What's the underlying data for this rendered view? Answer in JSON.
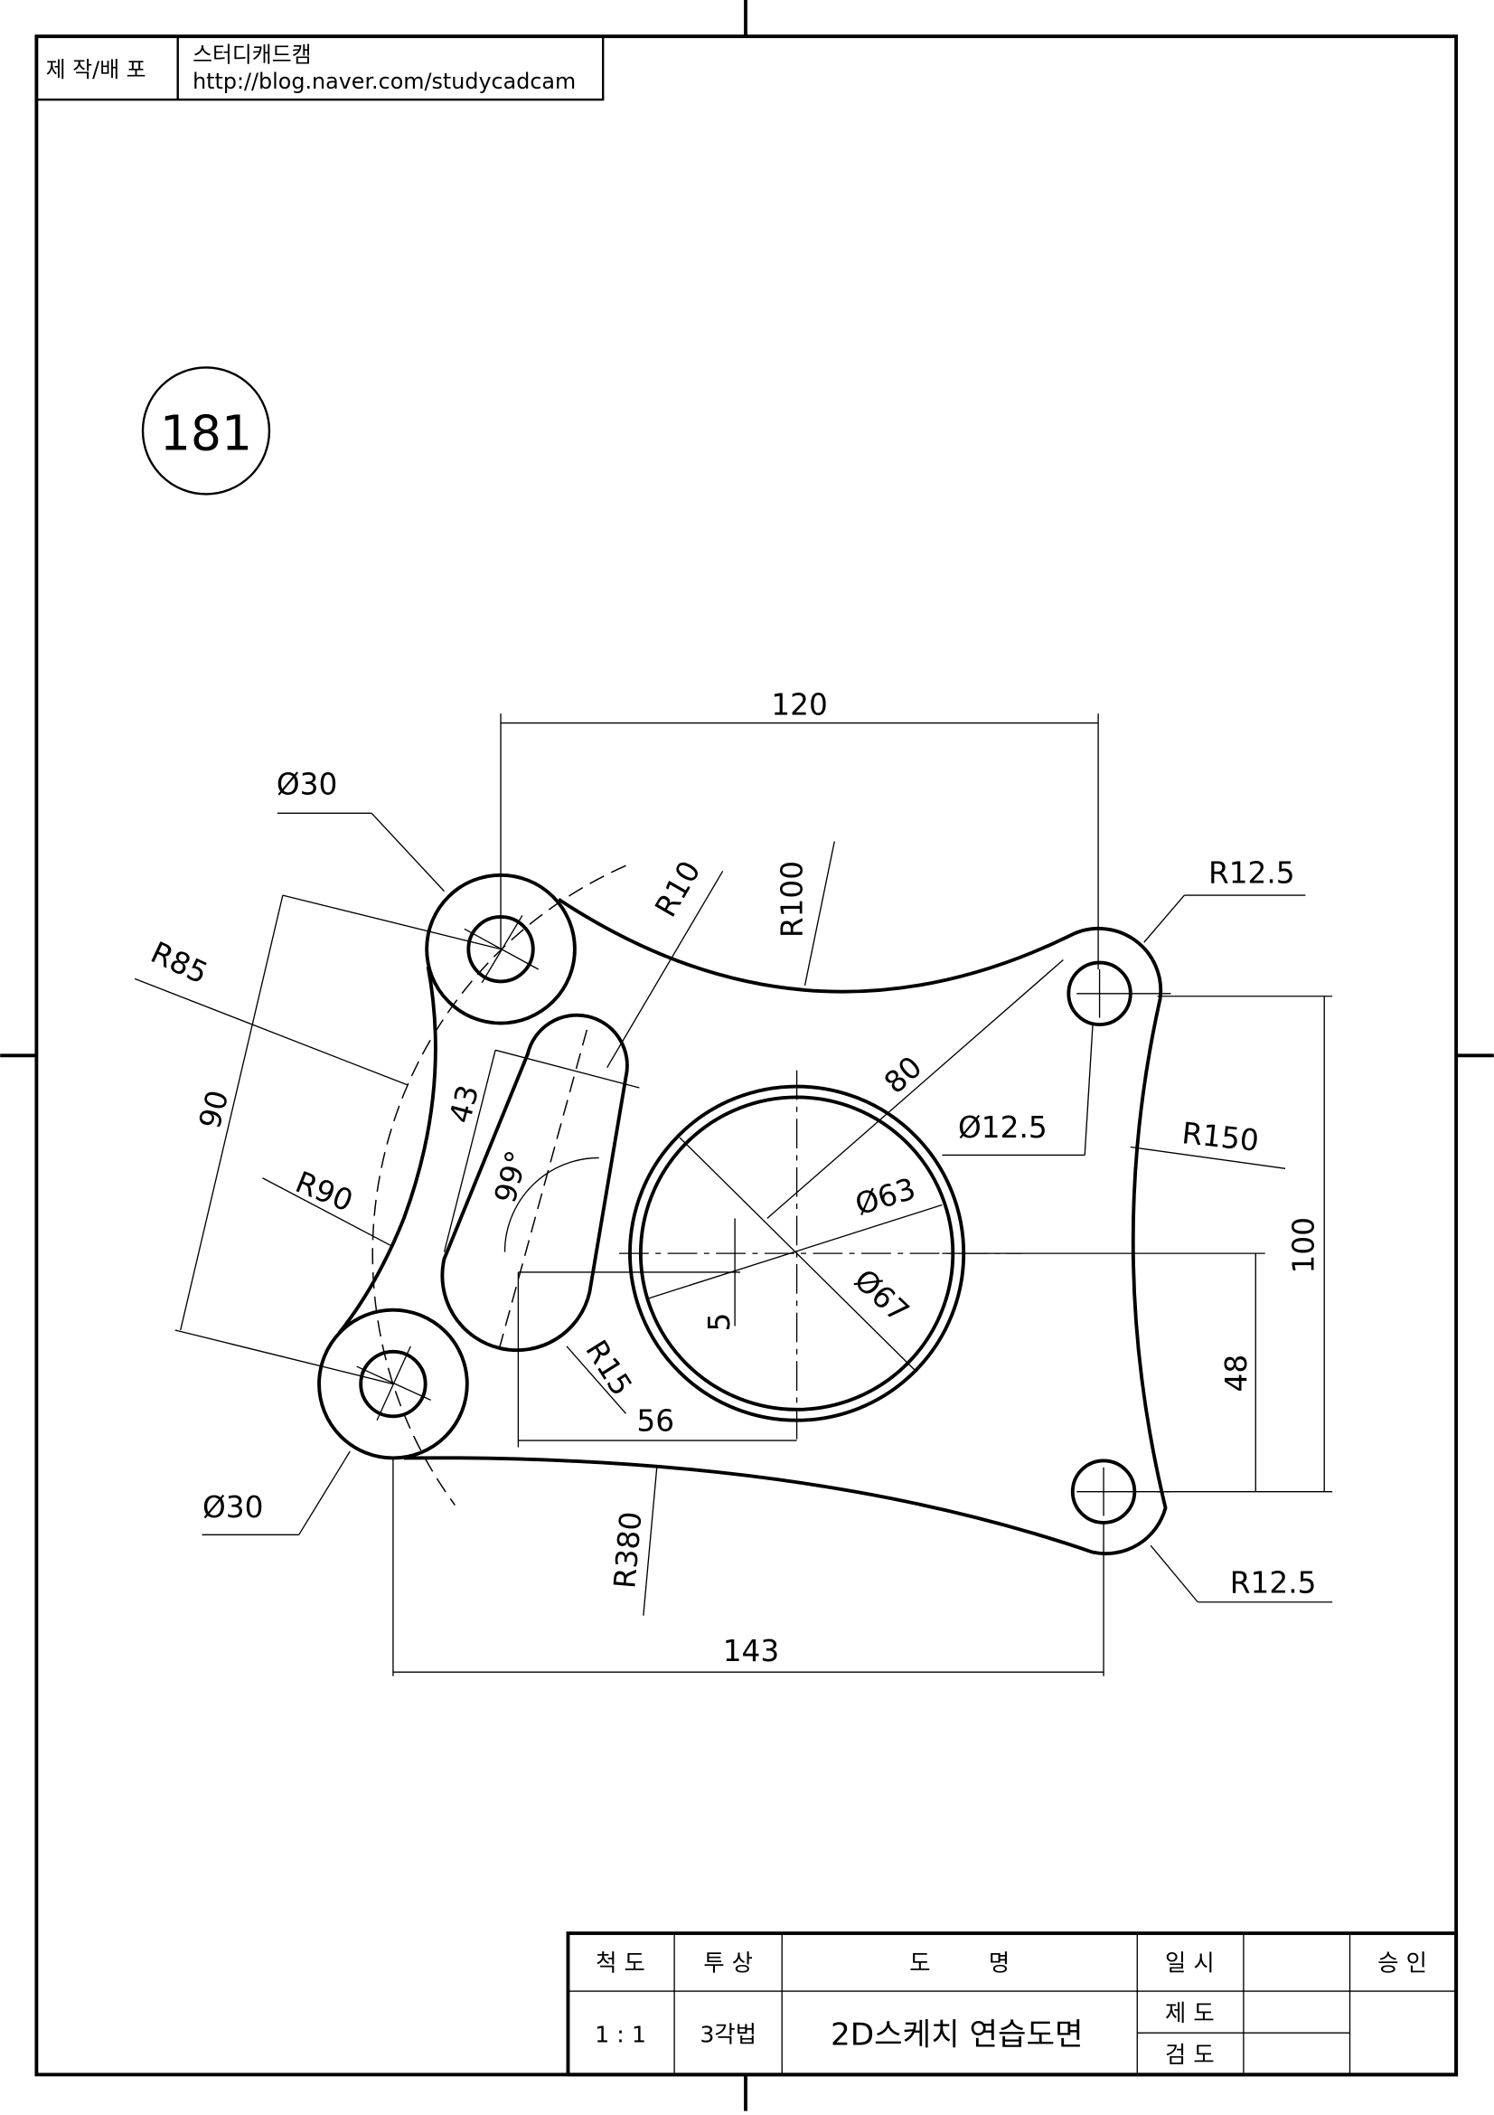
{
  "header": {
    "label": "제 작/배 포",
    "company": "스터디캐드캠",
    "url": "http://blog.naver.com/studycadcam"
  },
  "drawing_number": "181",
  "dimensions": {
    "d120": "120",
    "phi30_top": "Ø30",
    "r10": "R10",
    "r100": "R100",
    "r125_top": "R12.5",
    "r85": "R85",
    "d90": "90",
    "d43": "43",
    "a99": "99°",
    "d80": "80",
    "phi125": "Ø12.5",
    "r150": "R150",
    "phi63": "Ø63",
    "phi67": "Ø67",
    "r90": "R90",
    "d5": "5",
    "d100": "100",
    "d48": "48",
    "r15": "R15",
    "d56": "56",
    "phi30_bottom": "Ø30",
    "r380": "R380",
    "d143": "143",
    "r125_bottom": "R12.5"
  },
  "title_block": {
    "scale_label": "척 도",
    "projection_label": "투 상",
    "name_label": "도        명",
    "date_label": "일 시",
    "approval_label": "승 인",
    "scale_value": "1 : 1",
    "projection_value": "3각법",
    "drawing_name": "2D스케치 연습도면",
    "drafted_label": "제 도",
    "checked_label": "검 도"
  }
}
